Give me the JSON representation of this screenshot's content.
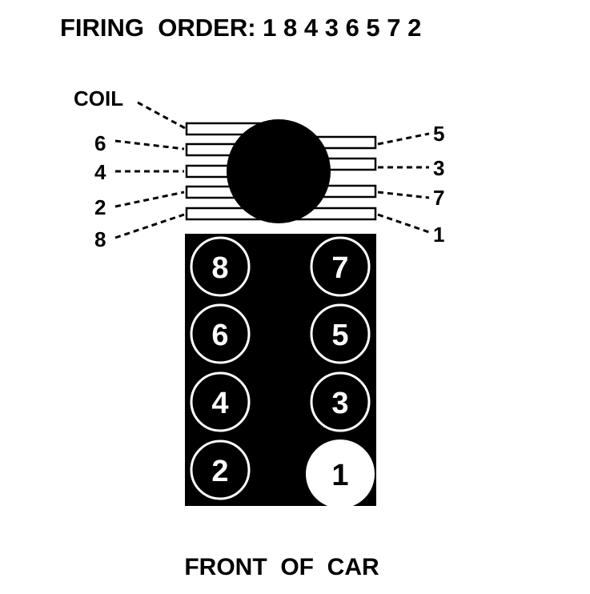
{
  "title": "FIRING  ORDER: 1 8 4 3 6 5 7 2",
  "footer": "FRONT  OF  CAR",
  "coil_label": "COIL",
  "left_wire_labels": [
    "6",
    "4",
    "2",
    "8"
  ],
  "right_wire_labels": [
    "5",
    "3",
    "7",
    "1"
  ],
  "cylinders_left": [
    "8",
    "6",
    "4",
    "2"
  ],
  "cylinders_right": [
    "7",
    "5",
    "3",
    "1"
  ],
  "highlight_cylinder": "1",
  "colors": {
    "ink": "#000000",
    "paper": "#ffffff"
  }
}
